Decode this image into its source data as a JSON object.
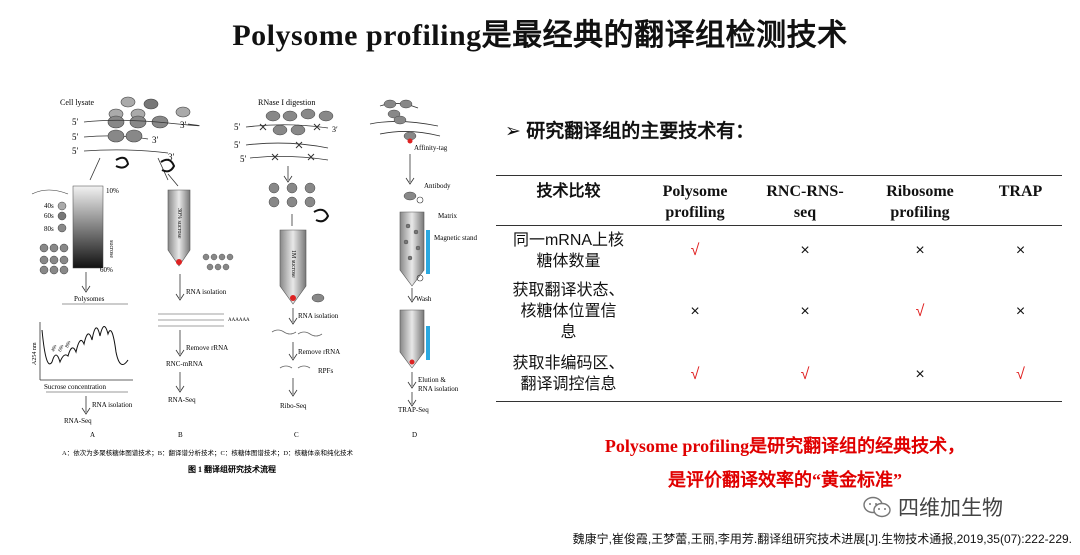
{
  "title": "Polysome  profiling是最经典的翻译组检测技术",
  "figure": {
    "caption": "图 1    翻译组研究技术流程",
    "legend": "A：依次为多聚核糖体图谱技术；B：翻译谱分析技术；C：核糖体图谱技术；D：核糖体亲和纯化技术",
    "panel_letters": [
      "A",
      "B",
      "C",
      "D"
    ],
    "labels": {
      "cell_lysate": "Cell lysate",
      "rnase": "RNase I digestion",
      "five_prime": "5′",
      "three_prime": "3′",
      "pct10": "10%",
      "pct60": "60%",
      "sucrose": "sucrose",
      "s40": "40s",
      "s60": "60s",
      "s80": "80s",
      "polysomes": "Polysomes",
      "a254": "A254 nm",
      "sucrose_conc": "Sucrose concentration",
      "rna_isolation": "RNA isolation",
      "rna_seq": "RNA-Seq",
      "sucrose30": "30% sucrose",
      "remove_rrna": "Remove rRNA",
      "rnc_mrna": "RNC-mRNA",
      "aaaa": "AAAAAA",
      "m_sucrose": "1M sucrose",
      "rpfs": "RPFs",
      "ribo_seq": "Ribo-Seq",
      "affinity_tag": "Affinity-tag",
      "antibody": "Antibody",
      "matrix": "Matrix",
      "magnetic_stand": "Magnetic stand",
      "wash": "Wash",
      "elution": "Elution &",
      "rna_isolation2": "RNA isolation",
      "trap_seq": "TRAP-Seq"
    }
  },
  "bullet": "➢  研究翻译组的主要技术有：",
  "table": {
    "headers": [
      {
        "l1": "技术比较",
        "l2": ""
      },
      {
        "l1": "Polysome",
        "l2": "profiling"
      },
      {
        "l1": "RNC-RNS-",
        "l2": "seq"
      },
      {
        "l1": "Ribosome",
        "l2": "profiling"
      },
      {
        "l1": "TRAP",
        "l2": ""
      }
    ],
    "rows": [
      {
        "l1": "同一mRNA上核",
        "l2": "糖体数量",
        "l3": "",
        "marks": [
          "√",
          "×",
          "×",
          "×"
        ],
        "yes": [
          true,
          false,
          false,
          false
        ]
      },
      {
        "l1": "获取翻译状态、",
        "l2": "核糖体位置信",
        "l3": "息",
        "marks": [
          "×",
          "×",
          "√",
          "×"
        ],
        "yes": [
          false,
          false,
          true,
          false
        ]
      },
      {
        "l1": "获取非编码区、",
        "l2": "翻译调控信息",
        "l3": "",
        "marks": [
          "√",
          "√",
          "×",
          "√"
        ],
        "yes": [
          true,
          true,
          false,
          true
        ]
      }
    ]
  },
  "conclusion": {
    "line1": "Polysome profiling是研究翻译组的经典技术，",
    "line2": "是评价翻译效率的“黄金标准”"
  },
  "watermark": "四维加生物",
  "reference": "魏康宁,崔俊霞,王梦蕾,王丽,李用芳.翻译组研究技术进展[J].生物技术通报,2019,35(07):222-229.",
  "colors": {
    "yes": "#e02020",
    "highlight": "#e00000",
    "accent_blue": "#2aa8e0"
  }
}
